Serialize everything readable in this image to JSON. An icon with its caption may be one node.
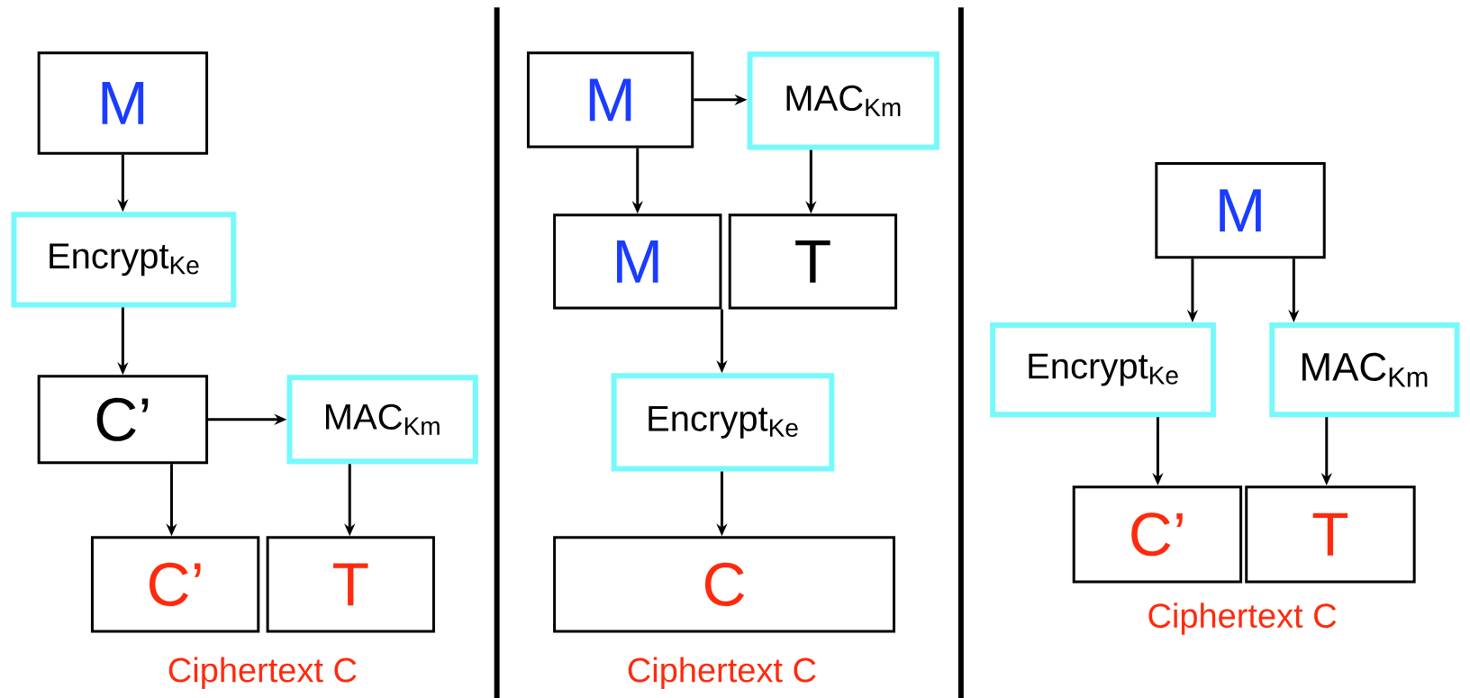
{
  "diagram": {
    "nodes": [
      {
        "text": [
          "M"
        ]
      },
      {
        "text": [
          "Encrypt$_{Ke}$"
        ]
      },
      {
        "text": [
          "C’"
        ]
      },
      {
        "text": [
          "MAC$_{Km}$"
        ]
      },
      {
        "text": [
          "C’"
        ]
      },
      {
        "text": [
          "T"
        ]
      },
      {
        "text": [
          "M"
        ]
      },
      {
        "text": [
          "MAC$_{Km}$"
        ]
      },
      {
        "text": [
          "M"
        ]
      },
      {
        "text": [
          "T"
        ]
      },
      {
        "text": [
          "Encrypt$_{Ke}$"
        ]
      },
      {
        "text": [
          "C"
        ]
      },
      {
        "text": [
          "M"
        ]
      },
      {
        "text": [
          "Encrypt$_{Ke}$"
        ]
      },
      {
        "text": [
          "MAC$_{Km}$"
        ]
      },
      {
        "text": [
          "C’"
        ]
      },
      {
        "text": [
          "T"
        ]
      }
    ],
    "edges": [
      {
        "from": 0,
        "to": 1,
        "arrow": "to"
      },
      {
        "from": 1,
        "to": 2,
        "arrow": "to"
      },
      {
        "from": 2,
        "to": 3,
        "arrow": "to"
      },
      {
        "from": 2,
        "to": 4,
        "arrow": "to"
      },
      {
        "from": 3,
        "to": 5,
        "arrow": "to"
      },
      {
        "from": 6,
        "to": 7,
        "arrow": "to"
      },
      {
        "from": 6,
        "to": 8,
        "arrow": "to"
      },
      {
        "from": 7,
        "to": 9,
        "arrow": "to"
      },
      {
        "from": 8,
        "to": 10,
        "arrow": "to"
      },
      {
        "from": 10,
        "to": 11,
        "arrow": "to"
      },
      {
        "from": 12,
        "to": 13,
        "arrow": "to"
      },
      {
        "from": 12,
        "to": 14,
        "arrow": "to"
      },
      {
        "from": 13,
        "to": 15,
        "arrow": "to"
      },
      {
        "from": 14,
        "to": 16,
        "arrow": "to"
      }
    ],
    "labels": [
      "Ciphertext C",
      "Ciphertext C",
      "Ciphertext C"
    ]
  }
}
